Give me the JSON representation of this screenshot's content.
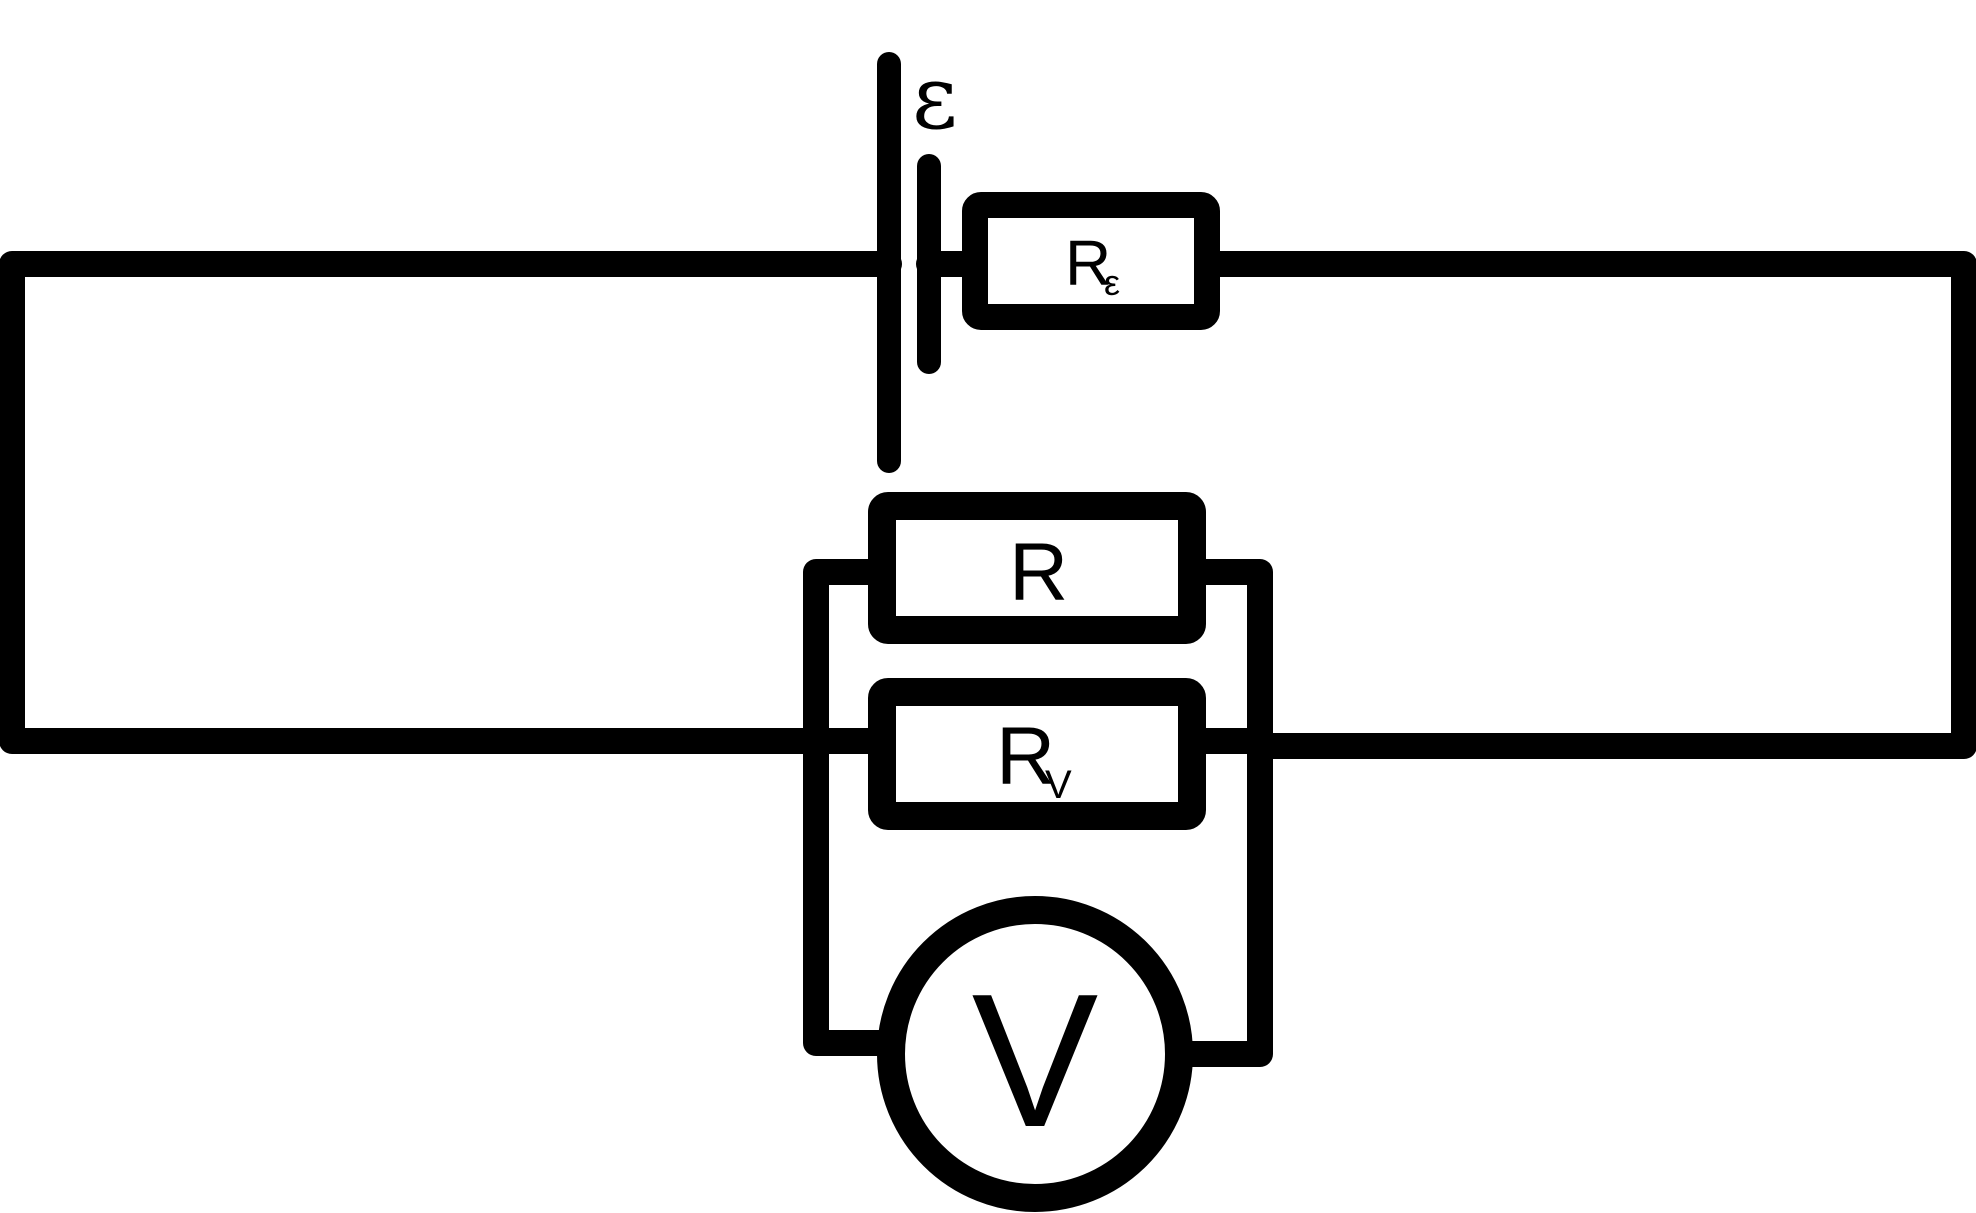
{
  "diagram": {
    "colors": {
      "stroke": "#000000",
      "background": "#ffffff"
    },
    "battery": {
      "label": "ε"
    },
    "internal_resistor": {
      "label_main": "R",
      "label_sub": "ε"
    },
    "resistor": {
      "label": "R"
    },
    "voltmeter_resistor": {
      "label_main": "R",
      "label_sub": "V"
    },
    "voltmeter": {
      "label": "V"
    }
  }
}
